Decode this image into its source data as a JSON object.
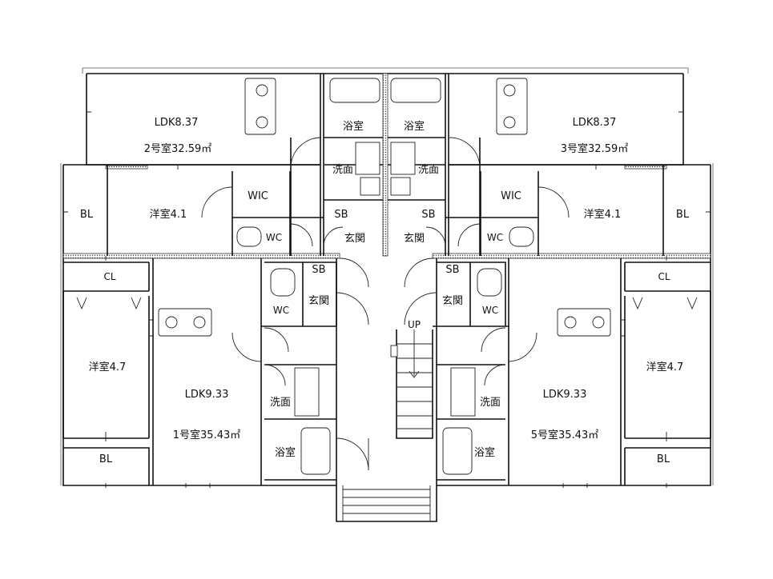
{
  "plan": {
    "units": {
      "u2": {
        "ldk": "LDK8.37",
        "unit_label": "2号室32.59㎡",
        "bedroom": "洋室4.1",
        "wic": "WIC",
        "wc": "WC",
        "bl": "BL",
        "bath": "浴室",
        "wash": "洗面",
        "sb": "SB",
        "entrance": "玄関"
      },
      "u3": {
        "ldk": "LDK8.37",
        "unit_label": "3号室32.59㎡",
        "bedroom": "洋室4.1",
        "wic": "WIC",
        "wc": "WC",
        "bl": "BL",
        "bath": "浴室",
        "wash": "洗面",
        "sb": "SB",
        "entrance": "玄関"
      },
      "u1": {
        "ldk": "LDK9.33",
        "unit_label": "1号室35.43㎡",
        "bedroom": "洋室4.7",
        "cl": "CL",
        "bl": "BL",
        "wc": "WC",
        "bath": "浴室",
        "wash": "洗面",
        "sb": "SB",
        "entrance": "玄関"
      },
      "u5": {
        "ldk": "LDK9.33",
        "unit_label": "5号室35.43㎡",
        "bedroom": "洋室4.7",
        "cl": "CL",
        "bl": "BL",
        "wc": "WC",
        "bath": "浴室",
        "wash": "洗面",
        "sb": "SB",
        "entrance": "玄関"
      }
    },
    "stair": {
      "up": "UP"
    }
  }
}
